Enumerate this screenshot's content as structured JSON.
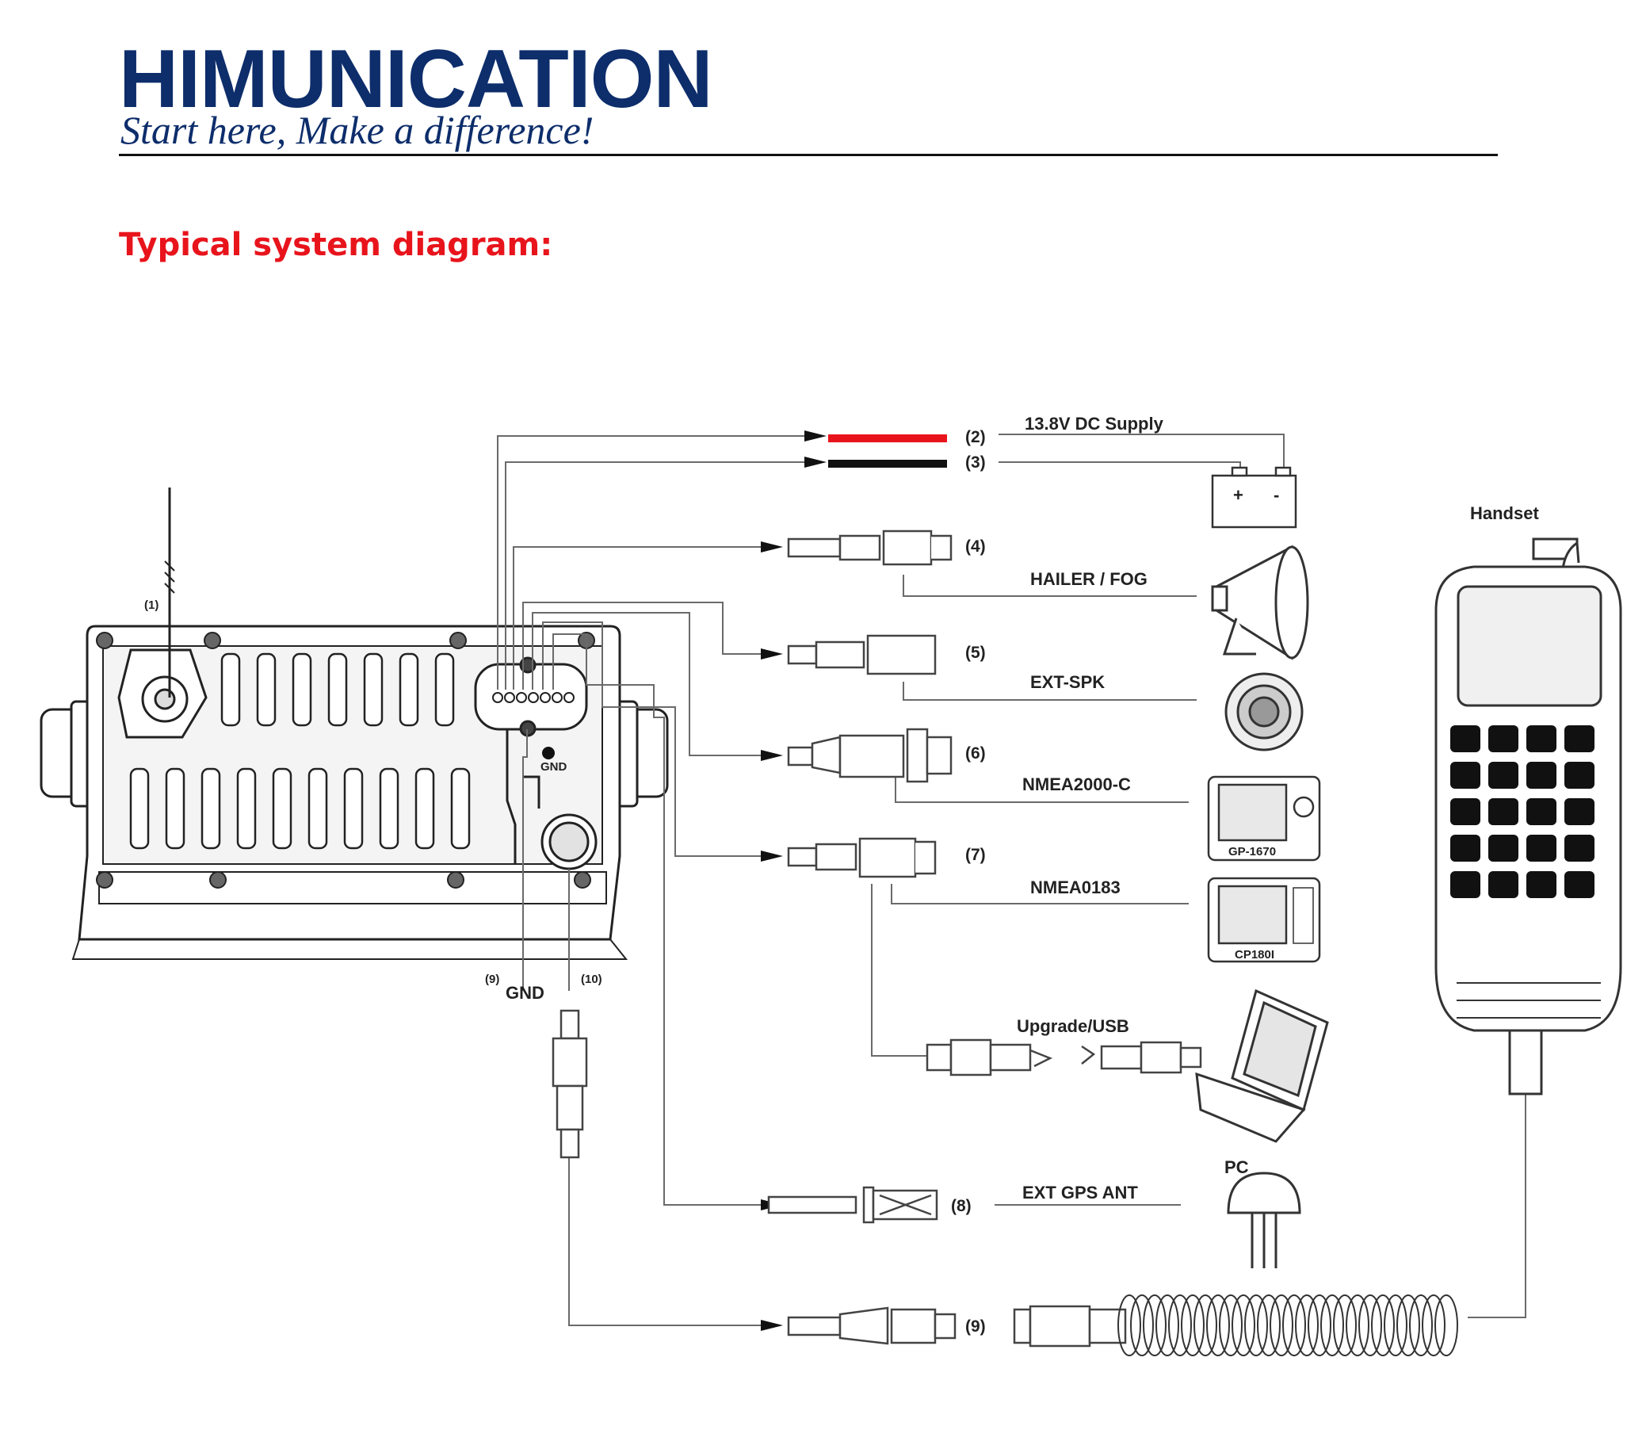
{
  "header": {
    "brand": "HIMUNICATION",
    "tagline": "Start here, Make a difference!"
  },
  "section_heading": "Typical system diagram:",
  "diagram": {
    "radio_labels": {
      "antenna": "(1)",
      "gnd_ref": "(9)",
      "gnd": "GND",
      "usb_ref": "(10)",
      "gnd_small": "GND"
    },
    "connections": [
      {
        "num": "(2)",
        "label": "13.8V DC Supply"
      },
      {
        "num": "(3)",
        "label": ""
      },
      {
        "num": "(4)",
        "label": "HAILER / FOG"
      },
      {
        "num": "(5)",
        "label": "EXT-SPK"
      },
      {
        "num": "(6)",
        "label": "NMEA2000-C"
      },
      {
        "num": "(7)",
        "label": "NMEA0183"
      },
      {
        "num": "(8)",
        "label": "EXT GPS ANT"
      },
      {
        "num": "(9)",
        "label": ""
      }
    ],
    "usb_label": "Upgrade/USB",
    "devices": {
      "battery_plus": "+",
      "battery_minus": "-",
      "gps1": "GP-1670",
      "gps2": "CP180I",
      "pc": "PC",
      "handset": "Handset"
    },
    "colors": {
      "positive_wire": "#e8141c",
      "negative_wire": "#111111",
      "line": "#6a6a6a"
    }
  }
}
